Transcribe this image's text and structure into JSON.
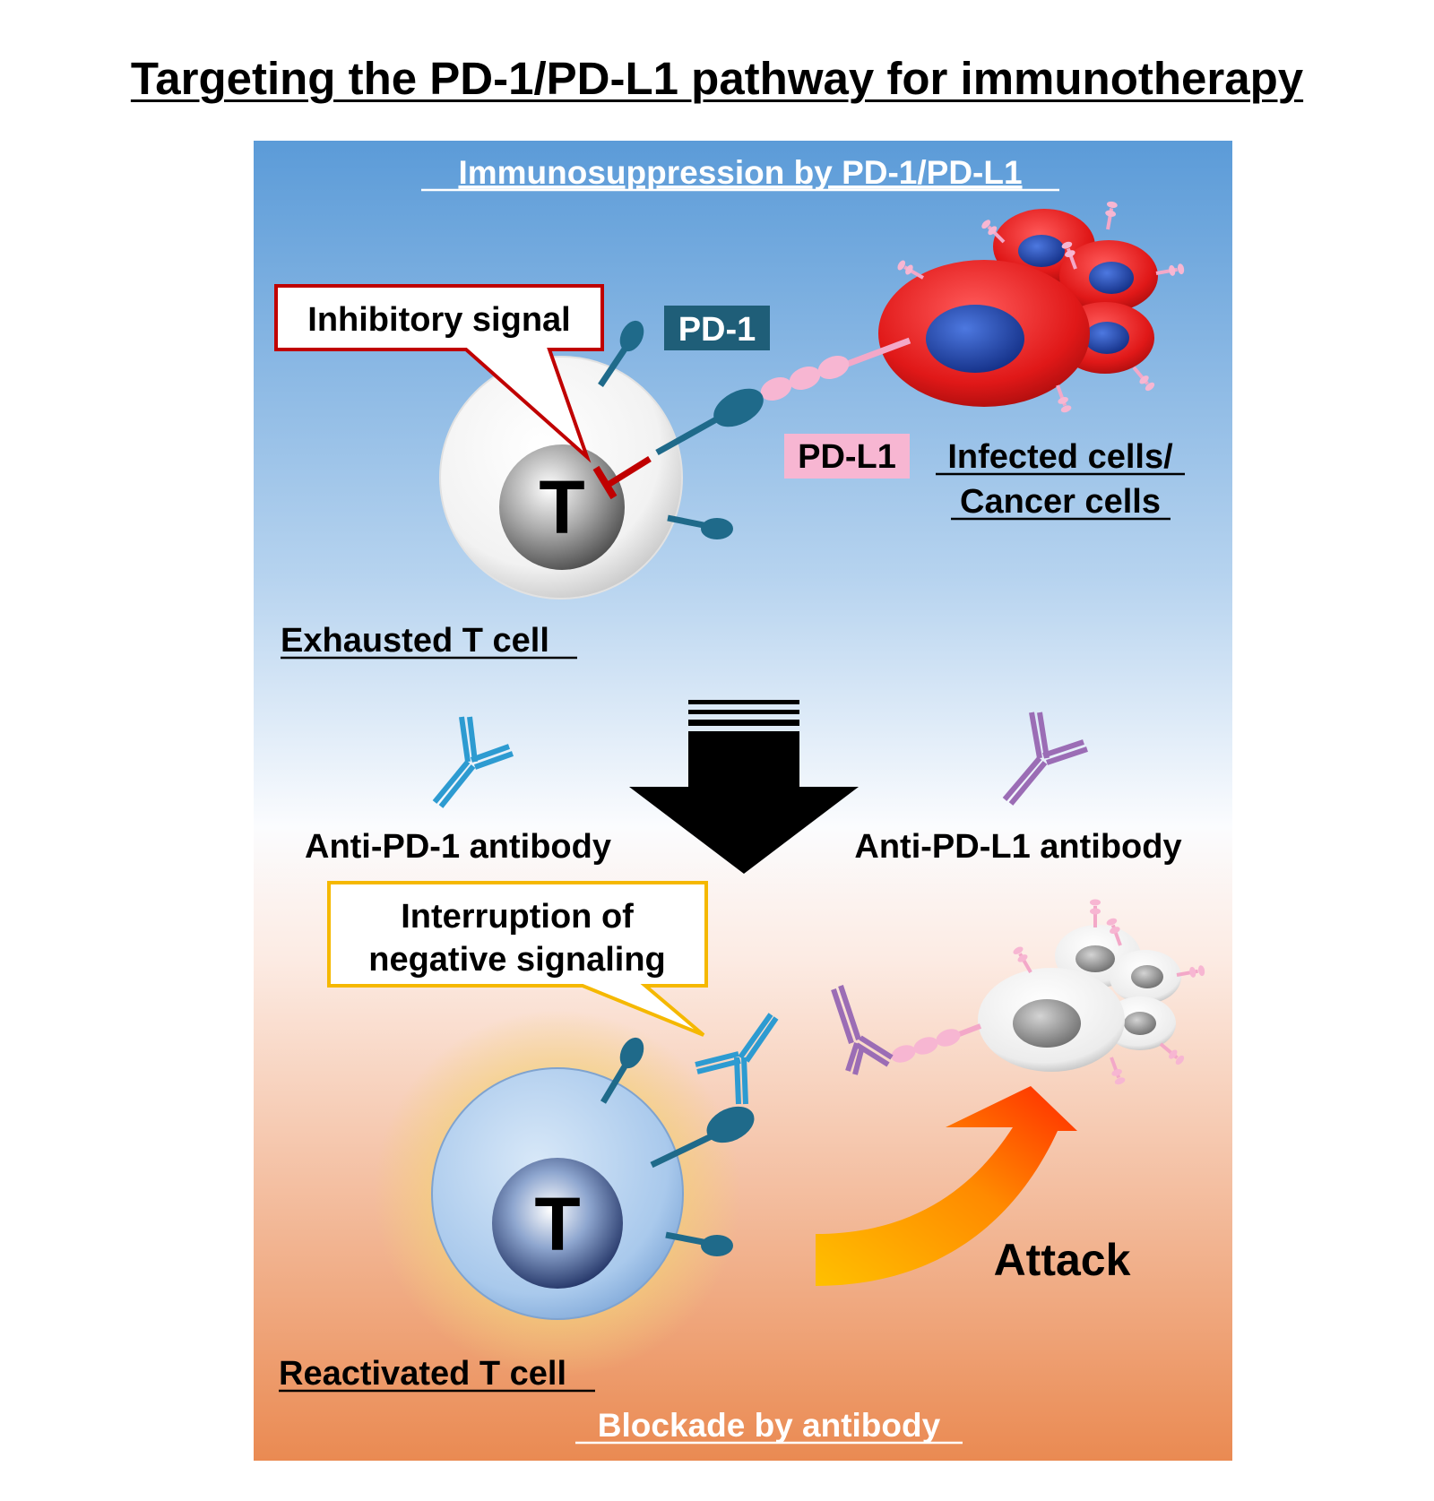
{
  "title": "Targeting the PD-1/PD-L1 pathway for immunotherapy",
  "top_panel": {
    "heading": "Immunosuppression by PD-1/PD-L1",
    "callout": "Inhibitory signal",
    "pd1_label": "PD-1",
    "pdl1_label": "PD-L1",
    "target_cells_line1": "Infected cells/",
    "target_cells_line2": "Cancer cells",
    "t_cell_letter": "T",
    "t_cell_label": "Exhausted T cell"
  },
  "middle": {
    "anti_pd1": "Anti-PD-1 antibody",
    "anti_pdl1": "Anti-PD-L1 antibody"
  },
  "bottom_panel": {
    "callout_line1": "Interruption of",
    "callout_line2": "negative signaling",
    "t_cell_letter": "T",
    "attack": "Attack",
    "t_cell_label": "Reactivated T cell",
    "heading": "Blockade by antibody"
  },
  "colors": {
    "panel_top": "#5b9bd8",
    "panel_bottom": "#ea8a52",
    "pd1_receptor": "#1f6a8a",
    "pdl1_ligand": "#f7b6d2",
    "tumor_cell": "#e01818",
    "tumor_nucleus": "#1b3fa8",
    "inhibitory_callout": "#c00000",
    "blockade_callout": "#f5b800",
    "anti_pd1_antibody": "#2d9bd1",
    "anti_pdl1_antibody": "#9b6db5"
  }
}
